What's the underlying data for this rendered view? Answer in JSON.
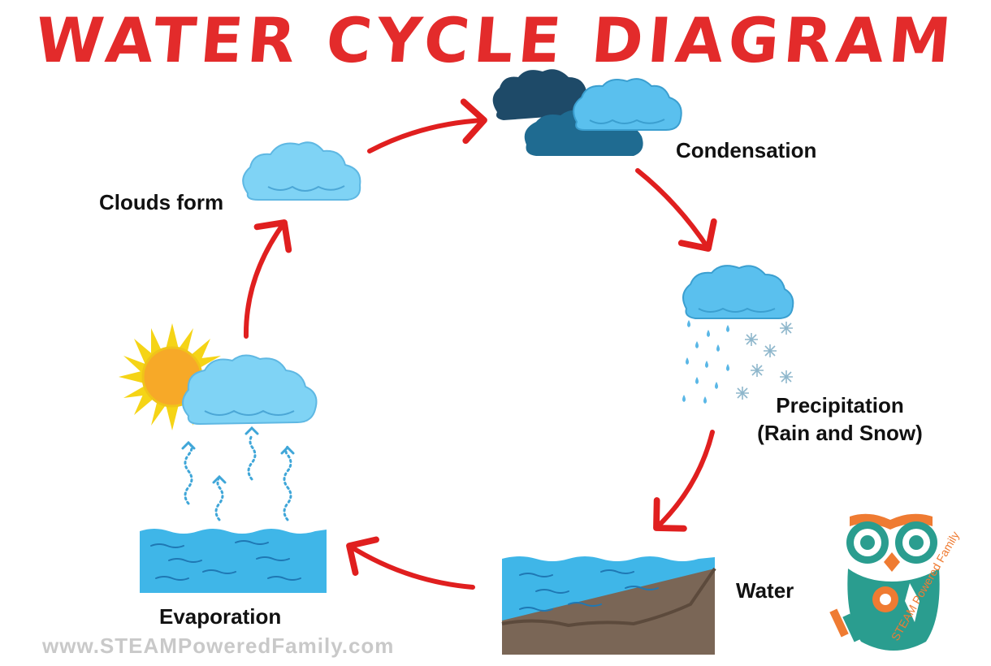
{
  "title": "WATER CYCLE DIAGRAM",
  "stages": {
    "clouds_form": "Clouds form",
    "condensation": "Condensation",
    "precipitation_line1": "Precipitation",
    "precipitation_line2": "(Rain and Snow)",
    "water": "Water",
    "evaporation": "Evaporation"
  },
  "footer": {
    "url": "www.STEAMPoweredFamily.com"
  },
  "logo": {
    "text": "STEAM Powered Family"
  },
  "colors": {
    "title": "#e32b2b",
    "arrow": "#e01f1f",
    "cloud_light": "#6fc6ee",
    "cloud_dark": "#1f5a7a",
    "water": "#3fb3e6",
    "sun": "#f7b733"
  }
}
